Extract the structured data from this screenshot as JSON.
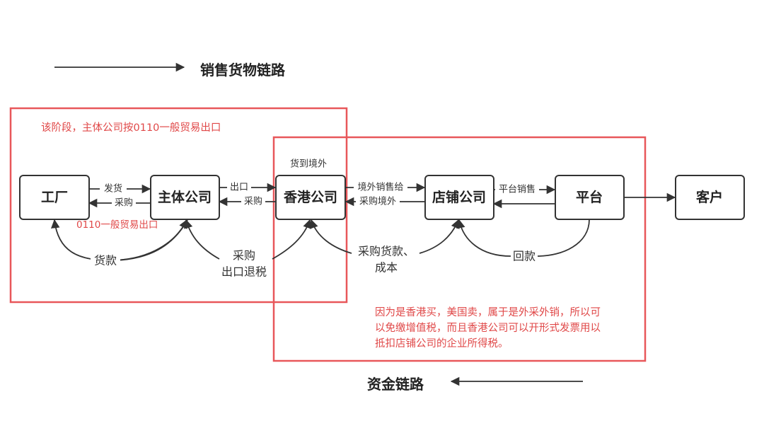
{
  "legend": {
    "goods_chain": "销售货物链路",
    "funds_chain": "资金链路"
  },
  "nodes": {
    "factory": "工厂",
    "main_company": "主体公司",
    "hk_company": "香港公司",
    "store_company": "店铺公司",
    "platform": "平台",
    "customer": "客户"
  },
  "edges": {
    "factory_to_main": "发货",
    "main_to_factory": "采购",
    "main_to_hk": "出口",
    "hk_to_main": "采购",
    "hk_to_store": "境外销售给",
    "store_to_hk": "采购境外",
    "store_to_platform": "平台销售"
  },
  "arcs": {
    "payment_goods": "货款",
    "purchase_refund_line1": "采购",
    "purchase_refund_line2": "出口退税",
    "purchase_cost_line1": "采购货款、",
    "purchase_cost_line2": "成本",
    "payback": "回款"
  },
  "labels": {
    "goods_abroad": "货到境外",
    "general_trade_export": "0110一般贸易出口"
  },
  "notes": {
    "stage_note": "该阶段，主体公司按0110一般贸易出口",
    "hk_note_lines": [
      "因为是香港买，美国卖，属于是外采外销，所以可",
      "以免缴增值税，而且香港公司可以开形式发票用以",
      "抵扣店铺公司的企业所得税。"
    ]
  },
  "colors": {
    "stroke": "#333333",
    "highlight_red": "#e8575a",
    "note_red": "#e04848"
  }
}
